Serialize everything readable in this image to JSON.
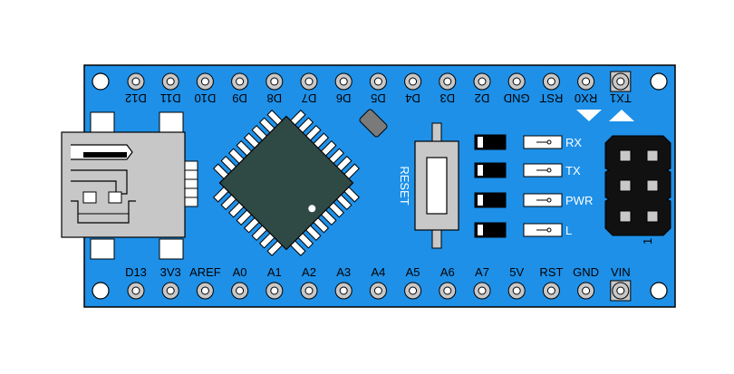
{
  "board": {
    "top_pins": [
      "D12",
      "D11",
      "D10",
      "D9",
      "D8",
      "D7",
      "D6",
      "D5",
      "D4",
      "D3",
      "D2",
      "GND",
      "RST",
      "RX0",
      "TX1"
    ],
    "bottom_pins": [
      "D13",
      "3V3",
      "AREF",
      "A0",
      "A1",
      "A2",
      "A3",
      "A4",
      "A5",
      "A6",
      "A7",
      "5V",
      "RST",
      "GND",
      "VIN"
    ],
    "reset_label": "RESET",
    "leds": [
      "RX",
      "TX",
      "PWR",
      "L"
    ],
    "icsp_label": "1",
    "colors": {
      "board": "#1e90e8",
      "pad": "#c8c8c8",
      "chip": "#2f4a45",
      "header": "#111111"
    }
  }
}
